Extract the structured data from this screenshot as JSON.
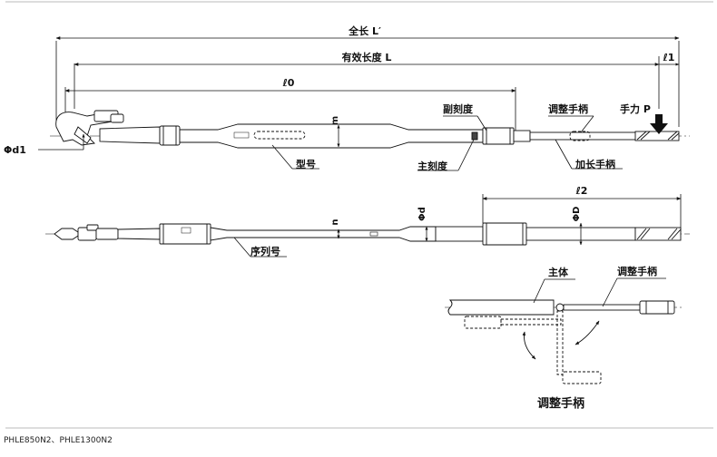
{
  "dims": {
    "total_length": "全长 L′",
    "effective_length": "有效长度 L",
    "l0": "ℓ0",
    "l1": "ℓ1",
    "l2": "ℓ2",
    "m": "m",
    "n": "n",
    "phi_d": "Φd",
    "phi_D": "ΦD",
    "phi_d1": "Φd1"
  },
  "callouts": {
    "model_no": "型号",
    "main_scale": "主刻度",
    "sub_scale": "副刻度",
    "adjust_handle": "调整手柄",
    "extension_handle": "加长手柄",
    "hand_force": "手力 P",
    "serial_no": "序列号"
  },
  "detail": {
    "body": "主体",
    "adjust_handle": "调整手柄",
    "caption": "调整手柄"
  },
  "footer": {
    "models": "PHLE850N2、PHLE1300N2"
  }
}
